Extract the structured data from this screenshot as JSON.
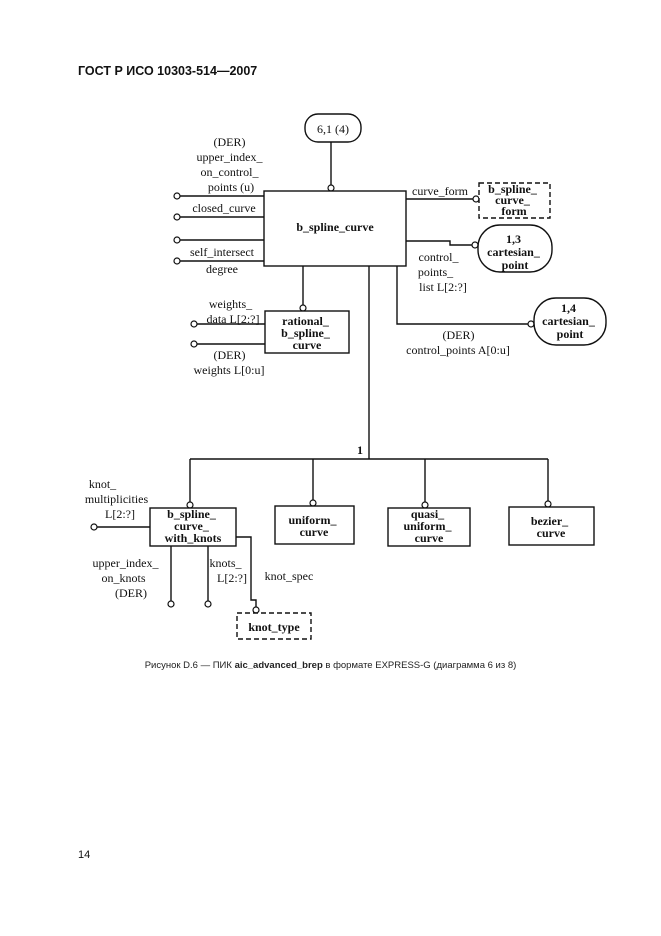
{
  "header": "ГОСТ Р ИСО 10303-514—2007",
  "page_number": "14",
  "caption": {
    "prefix": "Рисунок D.6 — ПИК ",
    "bold": "aic_advanced_brep",
    "suffix": " в формате EXPRESS-G (диаграмма 6 из 8)"
  },
  "diagram": {
    "page_ref_top": "6,1 (4)",
    "main_entity": "b_spline_curve",
    "left_attrs": {
      "upper_index_on_control_points": [
        "(DER)",
        "upper_index_",
        "on_control_",
        "points (u)"
      ],
      "closed_curve": "closed_curve",
      "self_intersect": "self_intersect",
      "degree": "degree"
    },
    "right_attrs": {
      "curve_form": "curve_form",
      "control_points_list": [
        "control_",
        "points_",
        "list L[2:?]"
      ],
      "control_points_der": [
        "(DER)",
        "control_points A[0:u]"
      ]
    },
    "curve_form_type": [
      "b_spline_",
      "curve_",
      "form"
    ],
    "ref_cartesian_1": [
      "1,3",
      "cartesian_",
      "point"
    ],
    "ref_cartesian_2": [
      "1,4",
      "cartesian_",
      "point"
    ],
    "rational": {
      "name": [
        "rational_",
        "b_spline_",
        "curve"
      ],
      "weights_data": [
        "weights_",
        "data L[2:?]"
      ],
      "weights_der": [
        "(DER)",
        "weights L[0:u]"
      ]
    },
    "supertype_label": "1",
    "subtypes": {
      "with_knots": [
        "b_spline_",
        "curve_",
        "with_knots"
      ],
      "uniform": [
        "uniform_",
        "curve"
      ],
      "quasi_uniform": [
        "quasi_",
        "uniform_",
        "curve"
      ],
      "bezier": [
        "bezier_",
        "curve"
      ]
    },
    "knots_attrs": {
      "knot_multiplicities": [
        "knot_",
        "multiplicities",
        "L[2:?]"
      ],
      "upper_index_on_knots": [
        "upper_index_",
        "on_knots",
        "(DER)"
      ],
      "knots": [
        "knots_",
        "L[2:?]"
      ],
      "knot_spec": "knot_spec"
    },
    "knot_type": "knot_type"
  }
}
